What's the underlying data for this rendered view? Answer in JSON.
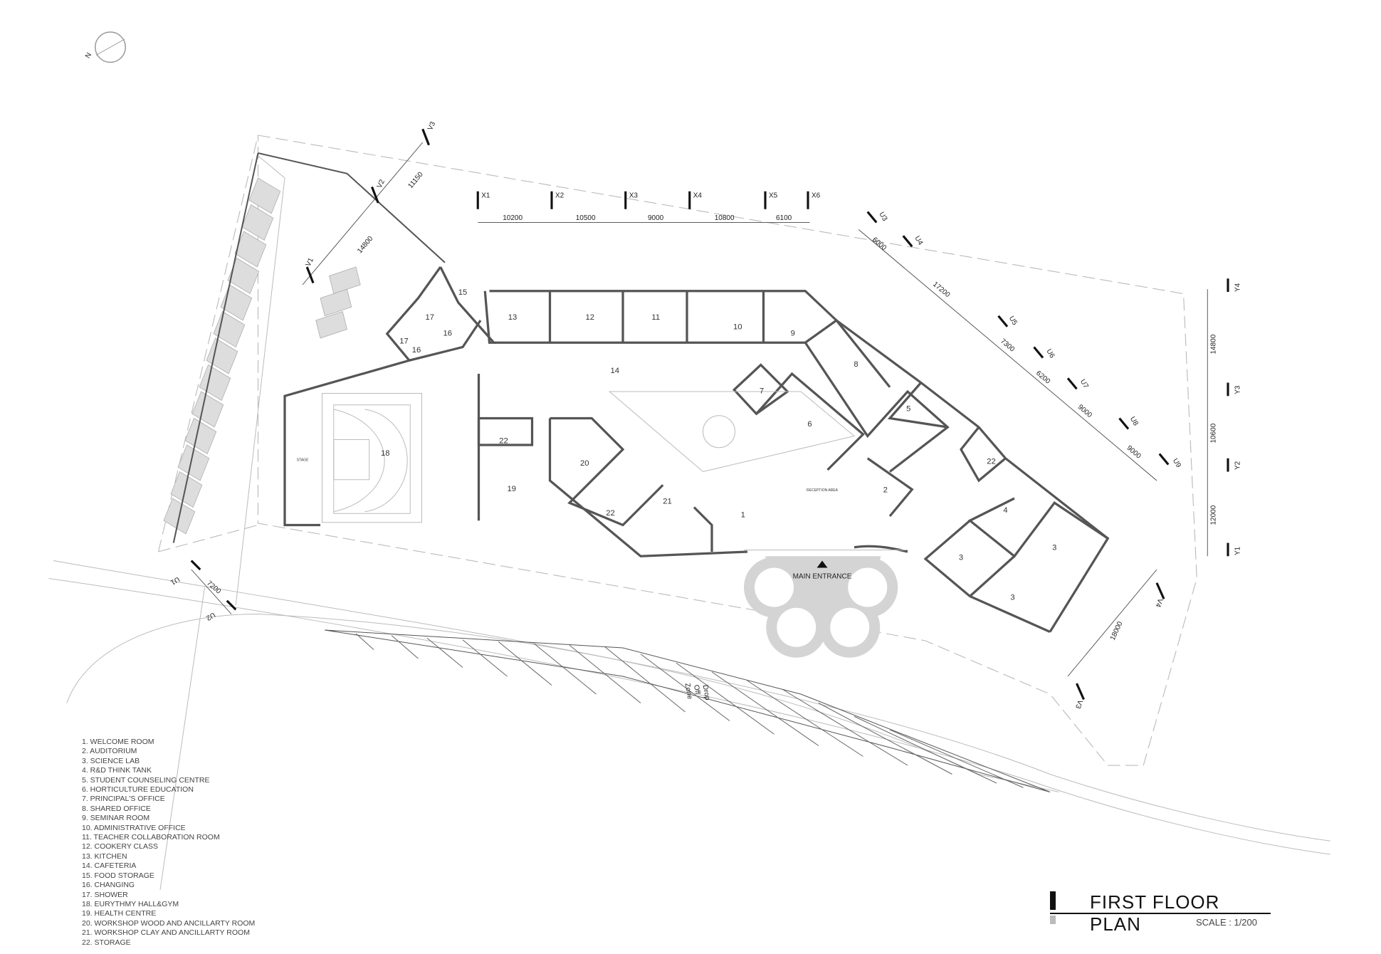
{
  "compass": {
    "north_label": "N"
  },
  "drawing": {
    "title": "FIRST FLOOR PLAN",
    "scale": "SCALE  : 1/200",
    "main_entrance": "MAIN ENTRANCE",
    "reception_area": "RECEPTION AREA",
    "stage": "STAGE",
    "drop_off": [
      "Drop",
      "Off",
      "Zone"
    ]
  },
  "grid_x": {
    "labels": [
      "X1",
      "X2",
      "X3",
      "X4",
      "X5",
      "X6"
    ],
    "dims": [
      "10200",
      "10500",
      "9000",
      "10800",
      "6100"
    ]
  },
  "grid_u": {
    "labels": [
      "U3",
      "U4",
      "U5",
      "U6",
      "U7",
      "U8",
      "U9"
    ],
    "dims": [
      "6000",
      "17200",
      "7300",
      "6200",
      "9000",
      "9000"
    ]
  },
  "grid_y": {
    "labels": [
      "Y1",
      "Y2",
      "Y3",
      "Y4"
    ],
    "dims": [
      "12000",
      "10600",
      "14800"
    ]
  },
  "grid_v": {
    "labels": [
      "V1",
      "V2",
      "V3",
      "V3",
      "V4"
    ],
    "dims": [
      "11150",
      "14800",
      "18000"
    ]
  },
  "grid_u_sw": {
    "labels": [
      "U1",
      "U2"
    ],
    "dims": [
      "7200"
    ]
  },
  "room_numbers": [
    "1",
    "2",
    "3",
    "3",
    "3",
    "4",
    "5",
    "6",
    "7",
    "8",
    "9",
    "10",
    "11",
    "12",
    "13",
    "14",
    "15",
    "16",
    "16",
    "17",
    "17",
    "18",
    "19",
    "20",
    "21",
    "22",
    "22",
    "22"
  ],
  "legend": [
    "1. WELCOME ROOM",
    "2. AUDITORIUM",
    "3. SCIENCE LAB",
    "4. R&D THINK TANK",
    "5. STUDENT COUNSELING CENTRE",
    "6. HORTICULTURE EDUCATION",
    "7. PRINCIPAL'S OFFICE",
    "8. SHARED OFFICE",
    "9. SEMINAR ROOM",
    "10. ADMINISTRATIVE OFFICE",
    "11. TEACHER COLLABORATION ROOM",
    "12. COOKERY CLASS",
    "13. KITCHEN",
    "14. CAFETERIA",
    "15. FOOD STORAGE",
    "16. CHANGING",
    "17. SHOWER",
    "18. EURYTHMY HALL&GYM",
    "19. HEALTH CENTRE",
    "20. WORKSHOP WOOD AND ANCILLARTY ROOM",
    "21. WORKSHOP CLAY AND ANCILLARTY ROOM",
    "22. STORAGE"
  ]
}
